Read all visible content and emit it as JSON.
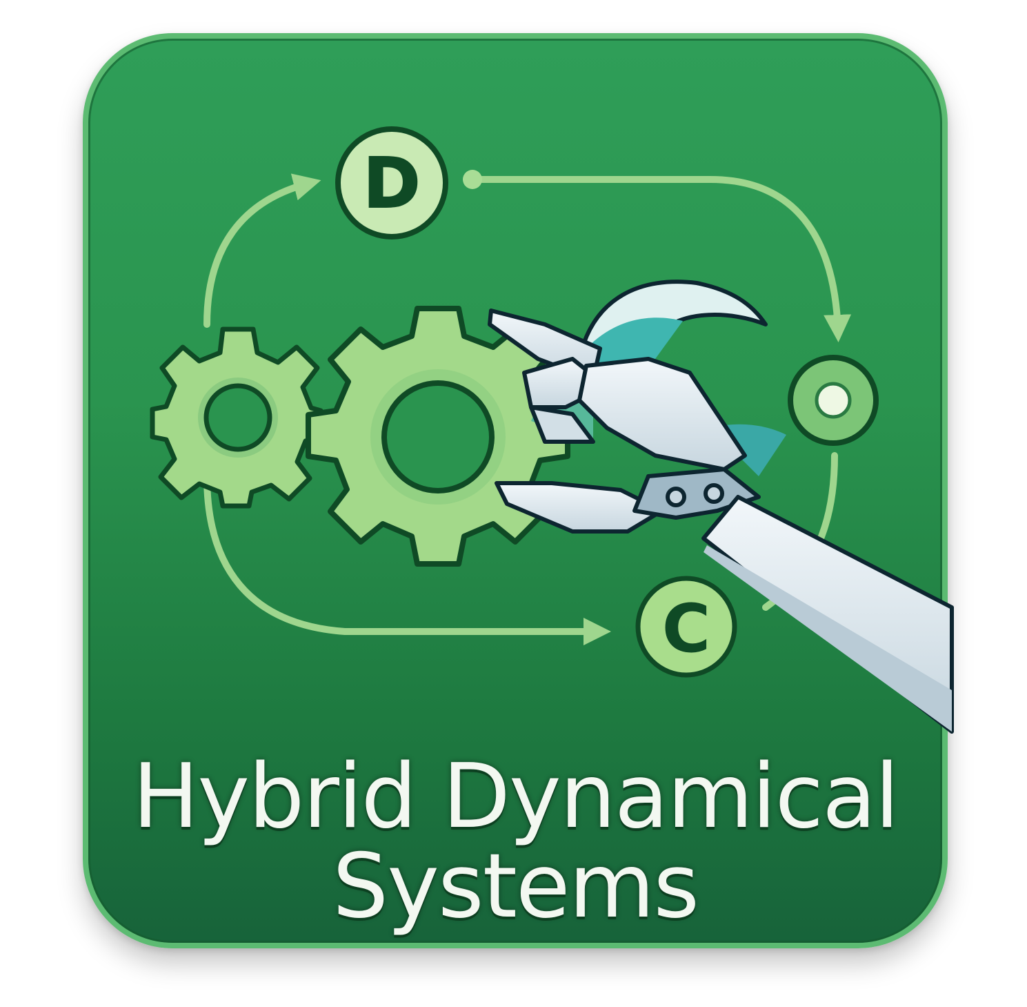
{
  "icon": {
    "title_line1": "Hybrid Dynamical",
    "title_line2": "Systems",
    "nodes": {
      "discrete": "D",
      "continuous": "C",
      "state": ""
    },
    "colors": {
      "tile_top": "#2f9e58",
      "tile_bottom": "#17633a",
      "tile_border": "#5cbb72",
      "gear_fill": "#a3d98a",
      "outline": "#0f4a25",
      "robot_hand": "#e4eef3",
      "accent_teal": "#3fb6b0",
      "text": "#f3f8f1"
    }
  }
}
